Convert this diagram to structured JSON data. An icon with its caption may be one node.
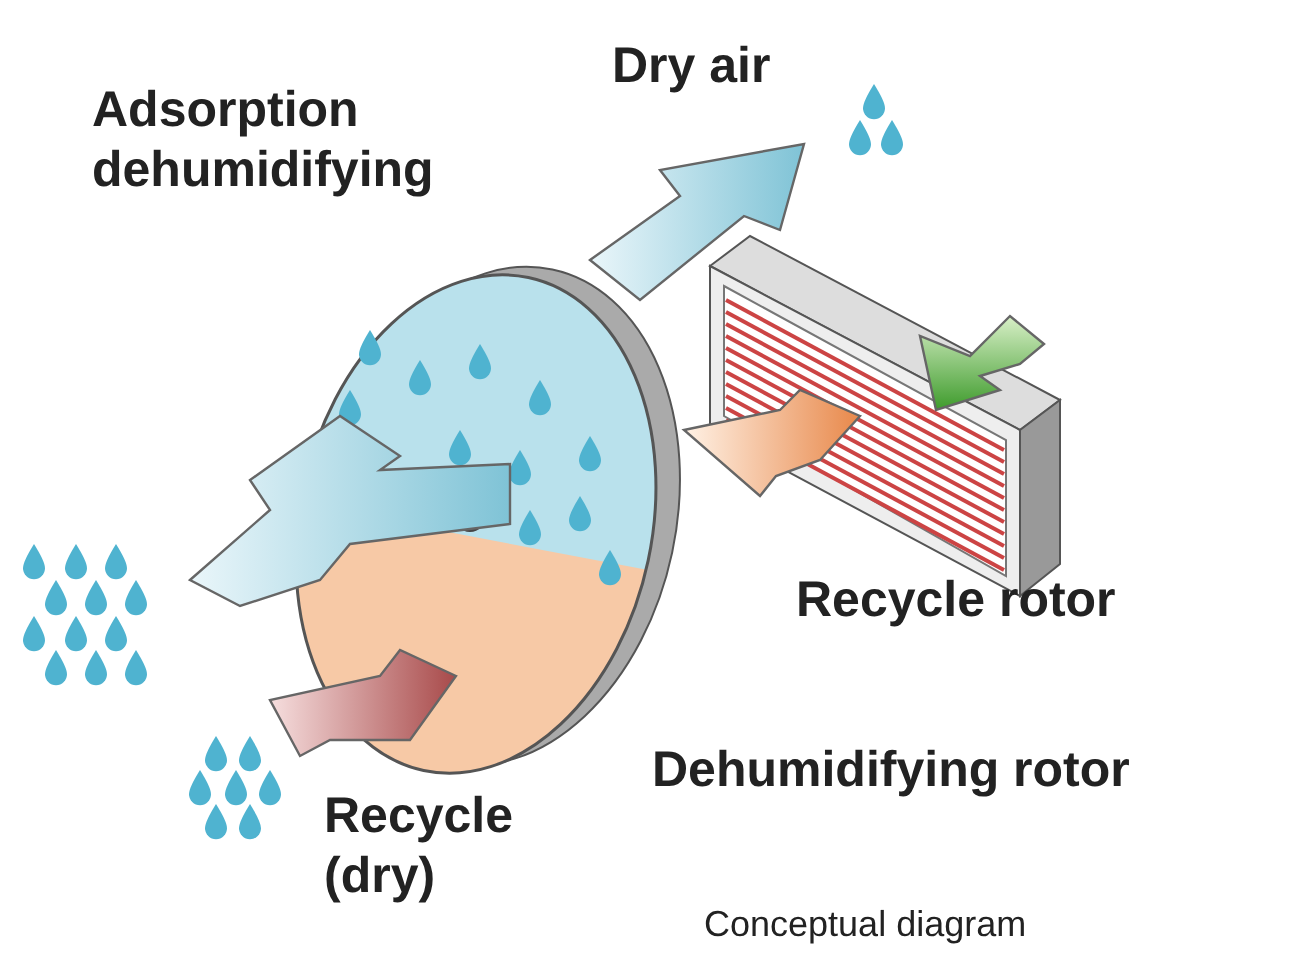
{
  "diagram": {
    "title": "Adsorption dehumidifying",
    "caption": "Conceptual diagram",
    "labels": [
      "Dry air",
      "Recycle rotor",
      "Dehumidifying rotor",
      "Recycle (dry)"
    ]
  }
}
